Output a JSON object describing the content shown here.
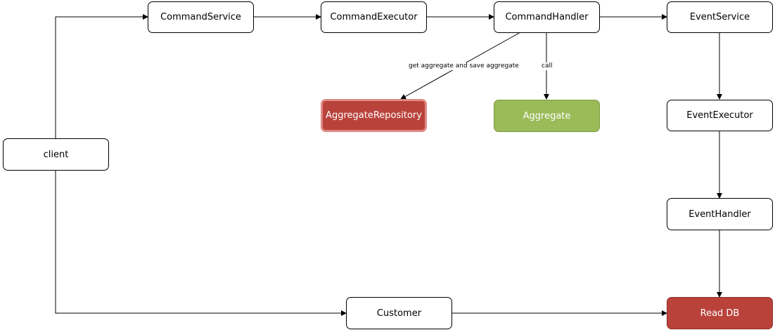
{
  "nodes": {
    "client": "client",
    "command_service": "CommandService",
    "command_executor": "CommandExecutor",
    "command_handler": "CommandHandler",
    "event_service": "EventService",
    "aggregate_repository": "AggregateRepository",
    "aggregate": "Aggregate",
    "event_executor": "EventExecutor",
    "event_handler": "EventHandler",
    "customer": "Customer",
    "read_db": "Read DB"
  },
  "edge_labels": {
    "get_save": "get aggregate and save aggregate",
    "call": "call"
  },
  "colors": {
    "aggregate_repository": "#b9423b",
    "aggregate": "#9bbb59",
    "read_db": "#b9423b"
  }
}
